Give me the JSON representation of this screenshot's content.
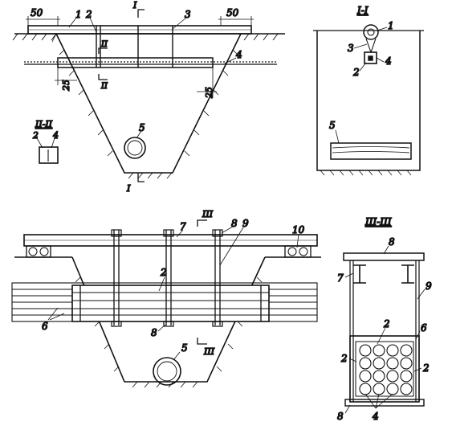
{
  "labels": {
    "n1": "1",
    "n2": "2",
    "n3": "3",
    "n4": "4",
    "n5": "5",
    "n6": "6",
    "n7": "7",
    "n8": "8",
    "n9": "9",
    "n10": "10",
    "d50": "50",
    "d25": "25",
    "sec_I": "I",
    "sec_II": "II",
    "sec_III": "III",
    "sec_I_title": "I-I",
    "sec_II_title": "II-II",
    "sec_III_title": "III-III"
  }
}
